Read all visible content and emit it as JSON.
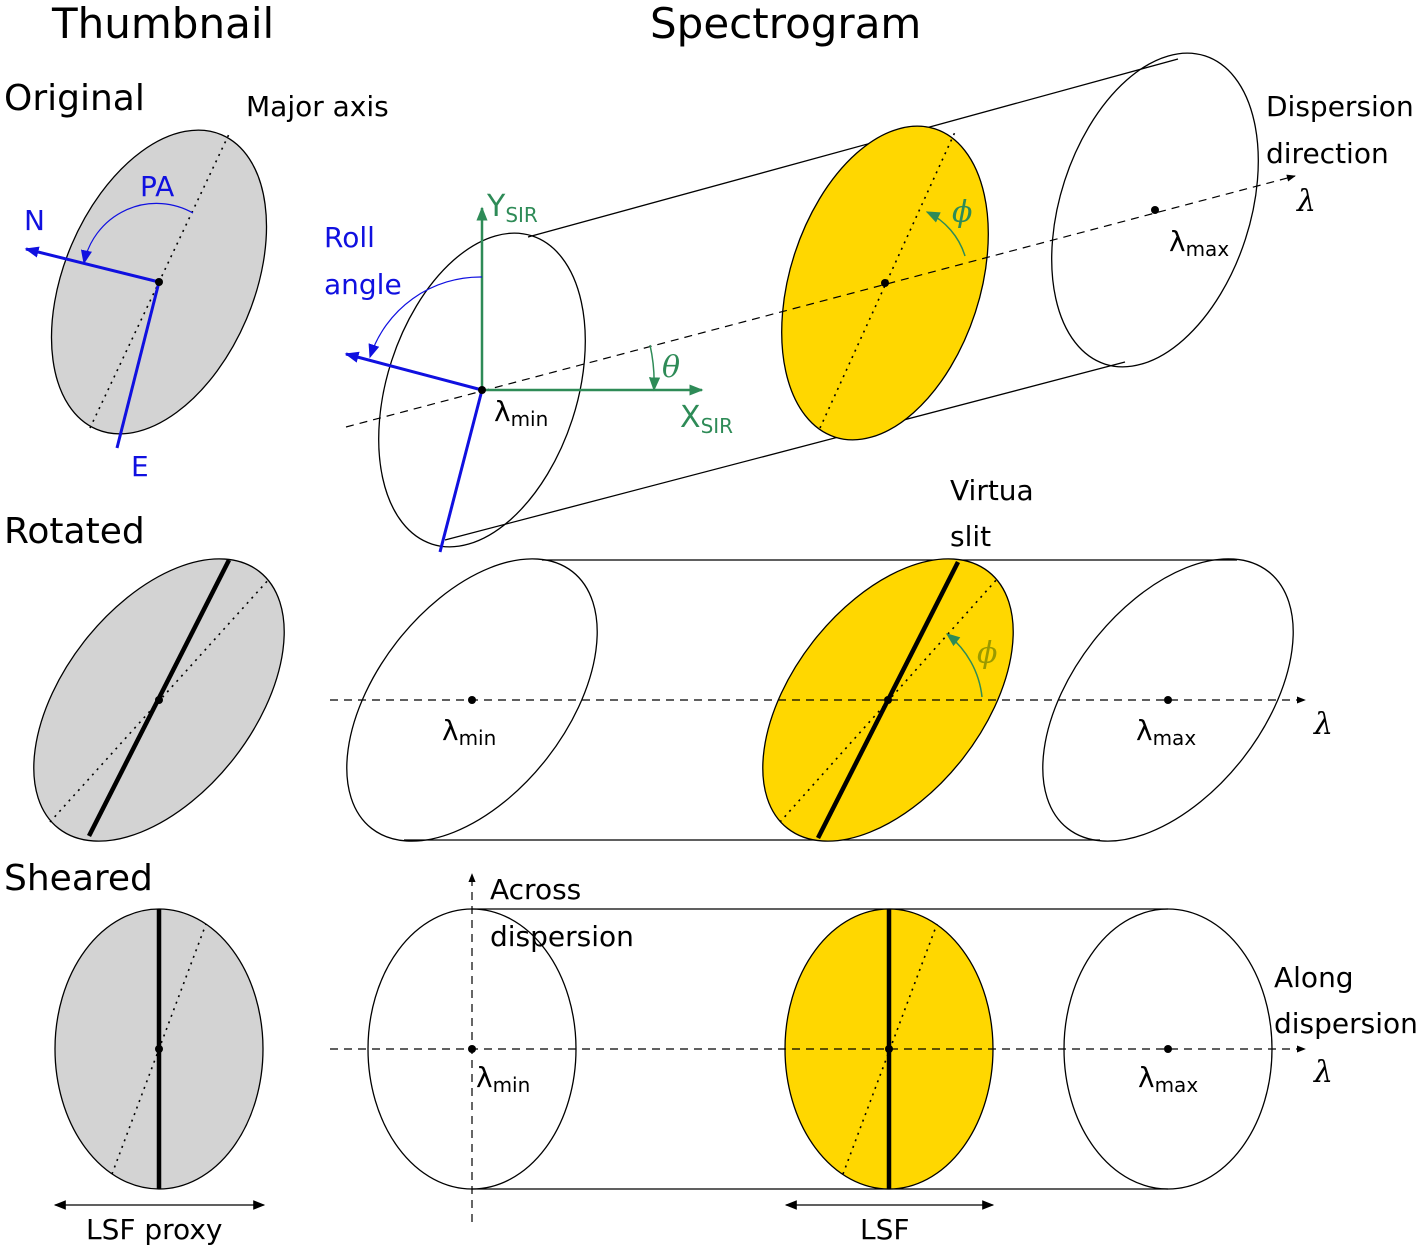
{
  "headings": {
    "thumbnail": "Thumbnail",
    "spectrogram": "Spectrogram"
  },
  "rows": {
    "original": "Original",
    "rotated": "Rotated",
    "sheared": "Sheared"
  },
  "labels": {
    "major_axis": "Major axis",
    "pa": "PA",
    "north": "N",
    "east": "E",
    "roll_angle_1": "Roll",
    "roll_angle_2": "angle",
    "y_sir": "Y",
    "x_sir": "X",
    "sir_sub": "SIR",
    "lambda": "λ",
    "min_sub": "min",
    "max_sub": "max",
    "theta": "θ",
    "phi": "ϕ",
    "dispersion_direction_1": "Dispersion",
    "dispersion_direction_2": "direction",
    "virtual_slit_1": "Virtua",
    "virtual_slit_2": "slit",
    "across_dispersion_1": "Across",
    "across_dispersion_2": "dispersion",
    "along_dispersion_1": "Along",
    "along_dispersion_2": "dispersion",
    "lsf_proxy": "LSF proxy",
    "lsf": "LSF"
  },
  "colors": {
    "thumbnail_fill": "#d3d3d3",
    "slice_fill": "#ffd700",
    "sky_axes": "#1010e0",
    "detector_axes": "#2e8b57",
    "phi_marker": "#9a9a00"
  }
}
